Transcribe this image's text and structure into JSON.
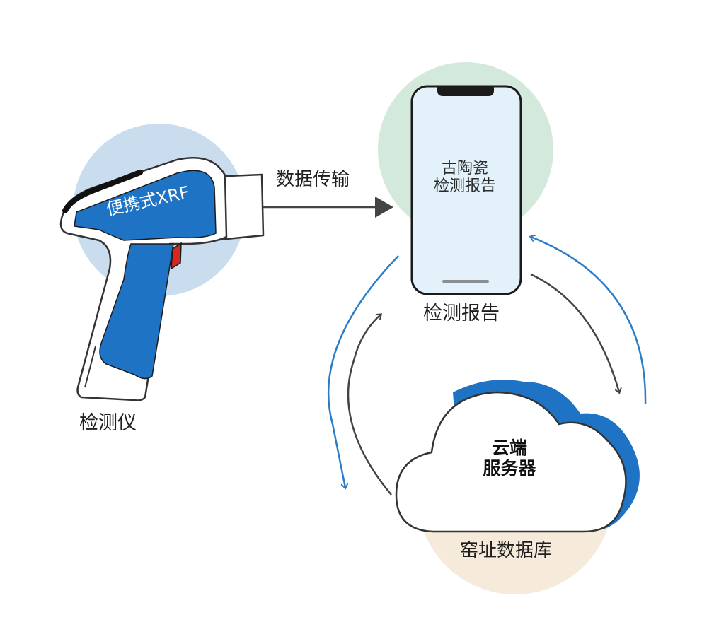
{
  "device": {
    "gun_label": "便携式XRF",
    "caption": "检测仪"
  },
  "transfer": {
    "label": "数据传输"
  },
  "phone": {
    "screen_line1": "古陶瓷",
    "screen_line2": "检测报告",
    "caption": "检测报告"
  },
  "cloud": {
    "line1": "云端",
    "line2": "服务器",
    "caption": "窑址数据库"
  },
  "colors": {
    "gun_blue": "#1f73c4",
    "gun_circle": "#c9ddef",
    "phone_circle": "#d2e9dc",
    "phone_screen": "#e3f1fb",
    "cloud_circle": "#f6eadb",
    "cloud_shadow": "#1f73c4",
    "arrow_blue": "#2a7cc7",
    "arrow_gray": "#444444",
    "trigger_red": "#d42a1e"
  },
  "icons": [
    "xrf-gun-icon",
    "smartphone-icon",
    "cloud-icon",
    "arrow-right-icon"
  ]
}
